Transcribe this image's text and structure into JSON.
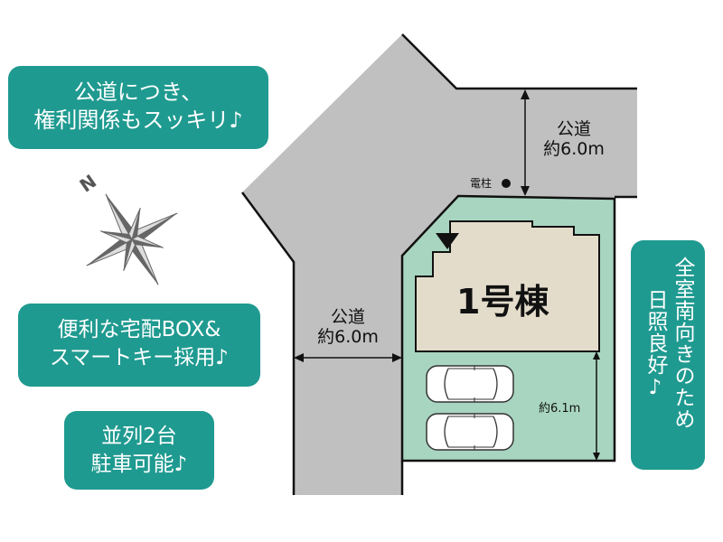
{
  "callouts": {
    "public_road": {
      "line1": "公道につき、",
      "line2": "権利関係もスッキリ♪"
    },
    "delivery_box": {
      "line1": "便利な宅配BOX&",
      "line2": "スマートキー採用♪"
    },
    "parking": {
      "line1": "並列2台",
      "line2": "駐車可能♪"
    },
    "sunlight": {
      "col1": "全室南向きのため",
      "col2": "日照良好♪"
    }
  },
  "map": {
    "compass_label": "N",
    "road_north": {
      "name": "公道",
      "width": "約6.0m"
    },
    "road_west": {
      "name": "公道",
      "width": "約6.0m"
    },
    "utility_pole": "電柱",
    "house_label": "1号棟",
    "parking_depth": "約6.1m",
    "parking_spaces": 2
  },
  "colors": {
    "callout_bg": "#1f9a90",
    "road": "#c0c0c0",
    "lot": "#a8d5c0",
    "house": "#e3dccb",
    "outline": "#111111"
  }
}
